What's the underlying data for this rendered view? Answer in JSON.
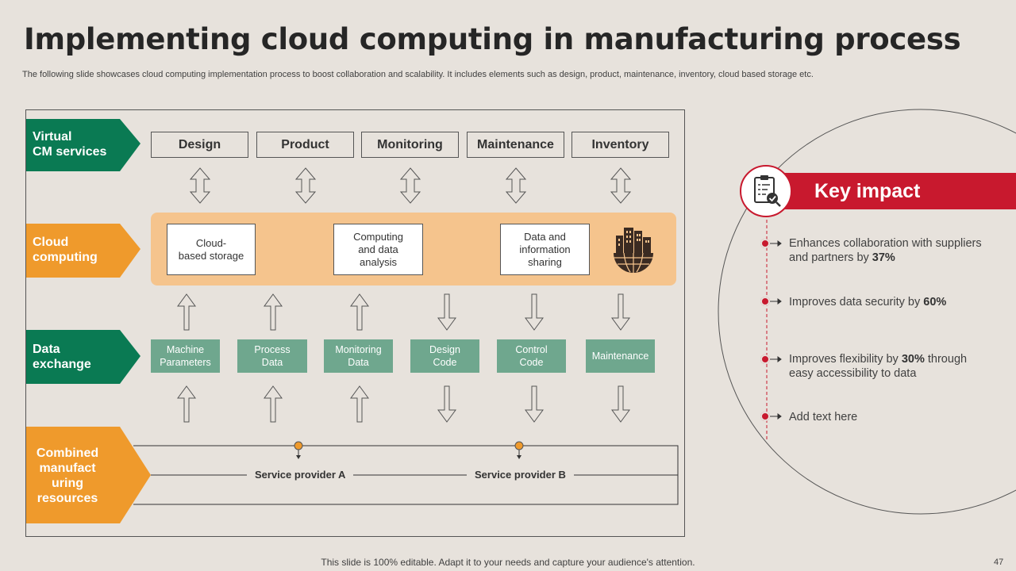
{
  "title": "Implementing cloud computing in manufacturing process",
  "subtitle": "The following slide showcases cloud computing implementation process to boost collaboration and scalability. It includes elements such as design, product, maintenance, inventory, cloud based storage etc.",
  "rows": {
    "virtual": {
      "line1": "Virtual",
      "line2": "CM services",
      "color": "#0a7a53"
    },
    "cloud": {
      "line1": "Cloud",
      "line2": "computing",
      "color": "#ef9a2c"
    },
    "data": {
      "line1": "Data",
      "line2": "exchange",
      "color": "#0a7a53"
    },
    "combined": {
      "line1": "Combined",
      "line2": "manufact",
      "line3": "uring",
      "line4": "resources",
      "color": "#ef9a2c"
    }
  },
  "services": [
    "Design",
    "Product",
    "Monitoring",
    "Maintenance",
    "Inventory"
  ],
  "cloud_items": [
    "Cloud-\nbased storage",
    "Computing\nand data\nanalysis",
    "Data and\ninformation\nsharing"
  ],
  "cloud_icon": "city-globe-icon",
  "data_items": [
    "Machine\nParameters",
    "Process\nData",
    "Monitoring\nData",
    "Design\nCode",
    "Control\nCode",
    "Maintenance"
  ],
  "providers": [
    "Service provider A",
    "Service provider B"
  ],
  "key_impact": {
    "heading": "Key impact",
    "icon": "clipboard-check-icon",
    "items": [
      {
        "pre": "Enhances collaboration with suppliers and partners by ",
        "bold": "37%",
        "post": ""
      },
      {
        "pre": "Improves data security by ",
        "bold": "60%",
        "post": ""
      },
      {
        "pre": "Improves flexibility  by ",
        "bold": "30%",
        "post": " through easy accessibility to data"
      },
      {
        "pre": "Add text here",
        "bold": "",
        "post": ""
      }
    ],
    "accent": "#c8192e"
  },
  "footer": "This slide is 100% editable. Adapt it to your needs and capture your audience's attention.",
  "page_number": "47"
}
